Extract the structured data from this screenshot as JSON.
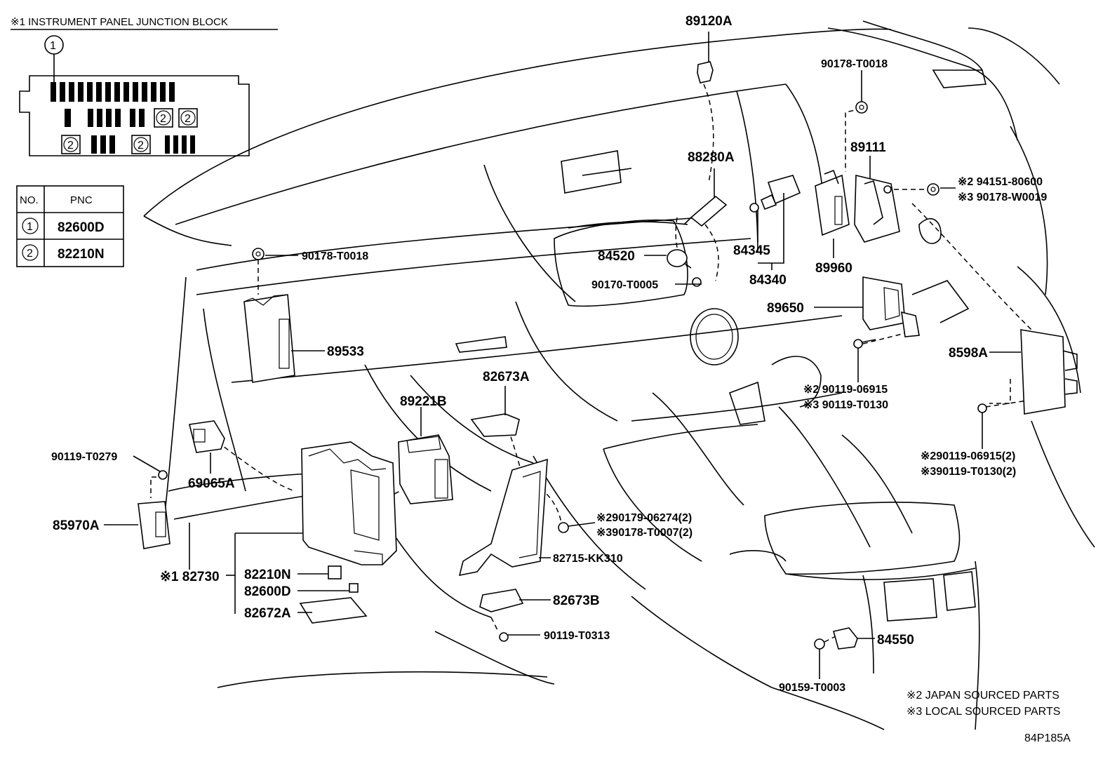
{
  "junction_block": {
    "title": "※1 INSTRUMENT PANEL JUNCTION BLOCK",
    "callout_1": "1",
    "fuse_label": "2"
  },
  "pnc_table": {
    "headers": [
      "NO.",
      "PNC"
    ],
    "rows": [
      {
        "no": "1",
        "pnc": "82600D"
      },
      {
        "no": "2",
        "pnc": "82210N"
      }
    ]
  },
  "labels": {
    "p89120A": "89120A",
    "p90178_T0018_top": "90178-T0018",
    "p88280A": "88280A",
    "p89111": "89111",
    "p94151": "※2 94151-80600",
    "p90178_W0019": "※3 90178-W0019",
    "p90178_T0018_left": "90178-T0018",
    "p84520": "84520",
    "p84345": "84345",
    "p89960": "89960",
    "p90170": "90170-T0005",
    "p84340": "84340",
    "p89650": "89650",
    "p89533": "89533",
    "p82673A": "82673A",
    "p89221B": "89221B",
    "p8598A": "8598A",
    "p90119_06915": "※2 90119-06915",
    "p90119_T0130": "※3 90119-T0130",
    "p90119_T0279": "90119-T0279",
    "p69065A": "69065A",
    "p90119_06915_2": "※290119-06915(2)",
    "p90119_T0130_2": "※390119-T0130(2)",
    "p85970A": "85970A",
    "p90179": "※290179-06274(2)",
    "p90178_T0007": "※390178-T0007(2)",
    "p82730": "※1 82730",
    "p82210N": "82210N",
    "p82715": "82715-KK310",
    "p82600D": "82600D",
    "p82673B": "82673B",
    "p82672A": "82672A",
    "p90119_T0313": "90119-T0313",
    "p84550": "84550",
    "p90159": "90159-T0003"
  },
  "notes": {
    "japan": "※2 JAPAN SOURCED PARTS",
    "local": "※3 LOCAL SOURCED PARTS",
    "diagram_code": "84P185A"
  }
}
